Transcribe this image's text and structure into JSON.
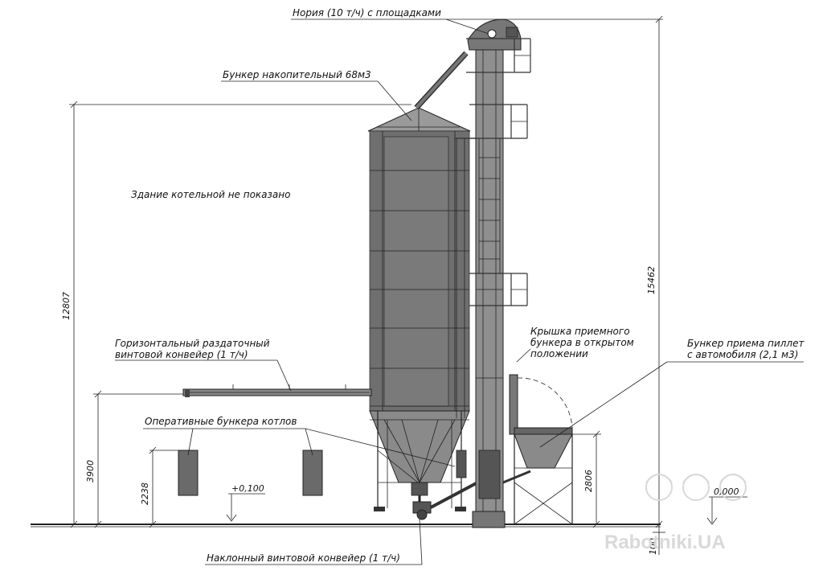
{
  "labels": {
    "noria": "Нория (10 т/ч) с площадками",
    "bunker_storage": "Бункер накопительный 68м3",
    "boiler_note": "Здание котельной не показано",
    "horiz_conveyor_line1": "Горизонтальный раздаточный",
    "horiz_conveyor_line2": "винтовой конвейер (1 т/ч)",
    "operative_bunkers": "Оперативные бункера котлов",
    "lid_line1": "Крышка приемного",
    "lid_line2": "бункера в открытом",
    "lid_line3": "положении",
    "receiving_line1": "Бункер приема пиллет",
    "receiving_line2": "с автомобиля (2,1 м3)",
    "inclined_conveyor": "Наклонный винтовой конвейер (1 т/ч)"
  },
  "dimensions": {
    "d12807": "12807",
    "d15462": "15462",
    "d3900": "3900",
    "d2238": "2238",
    "d2806": "2806",
    "d100": "100",
    "level_plus": "+0,100",
    "level_zero": "0,000"
  },
  "watermark": "Rabotniki.UA",
  "colors": {
    "steel": "#6f6f6f",
    "dark_steel": "#555555",
    "line": "#222222",
    "watermark": "#d9d9d9"
  }
}
